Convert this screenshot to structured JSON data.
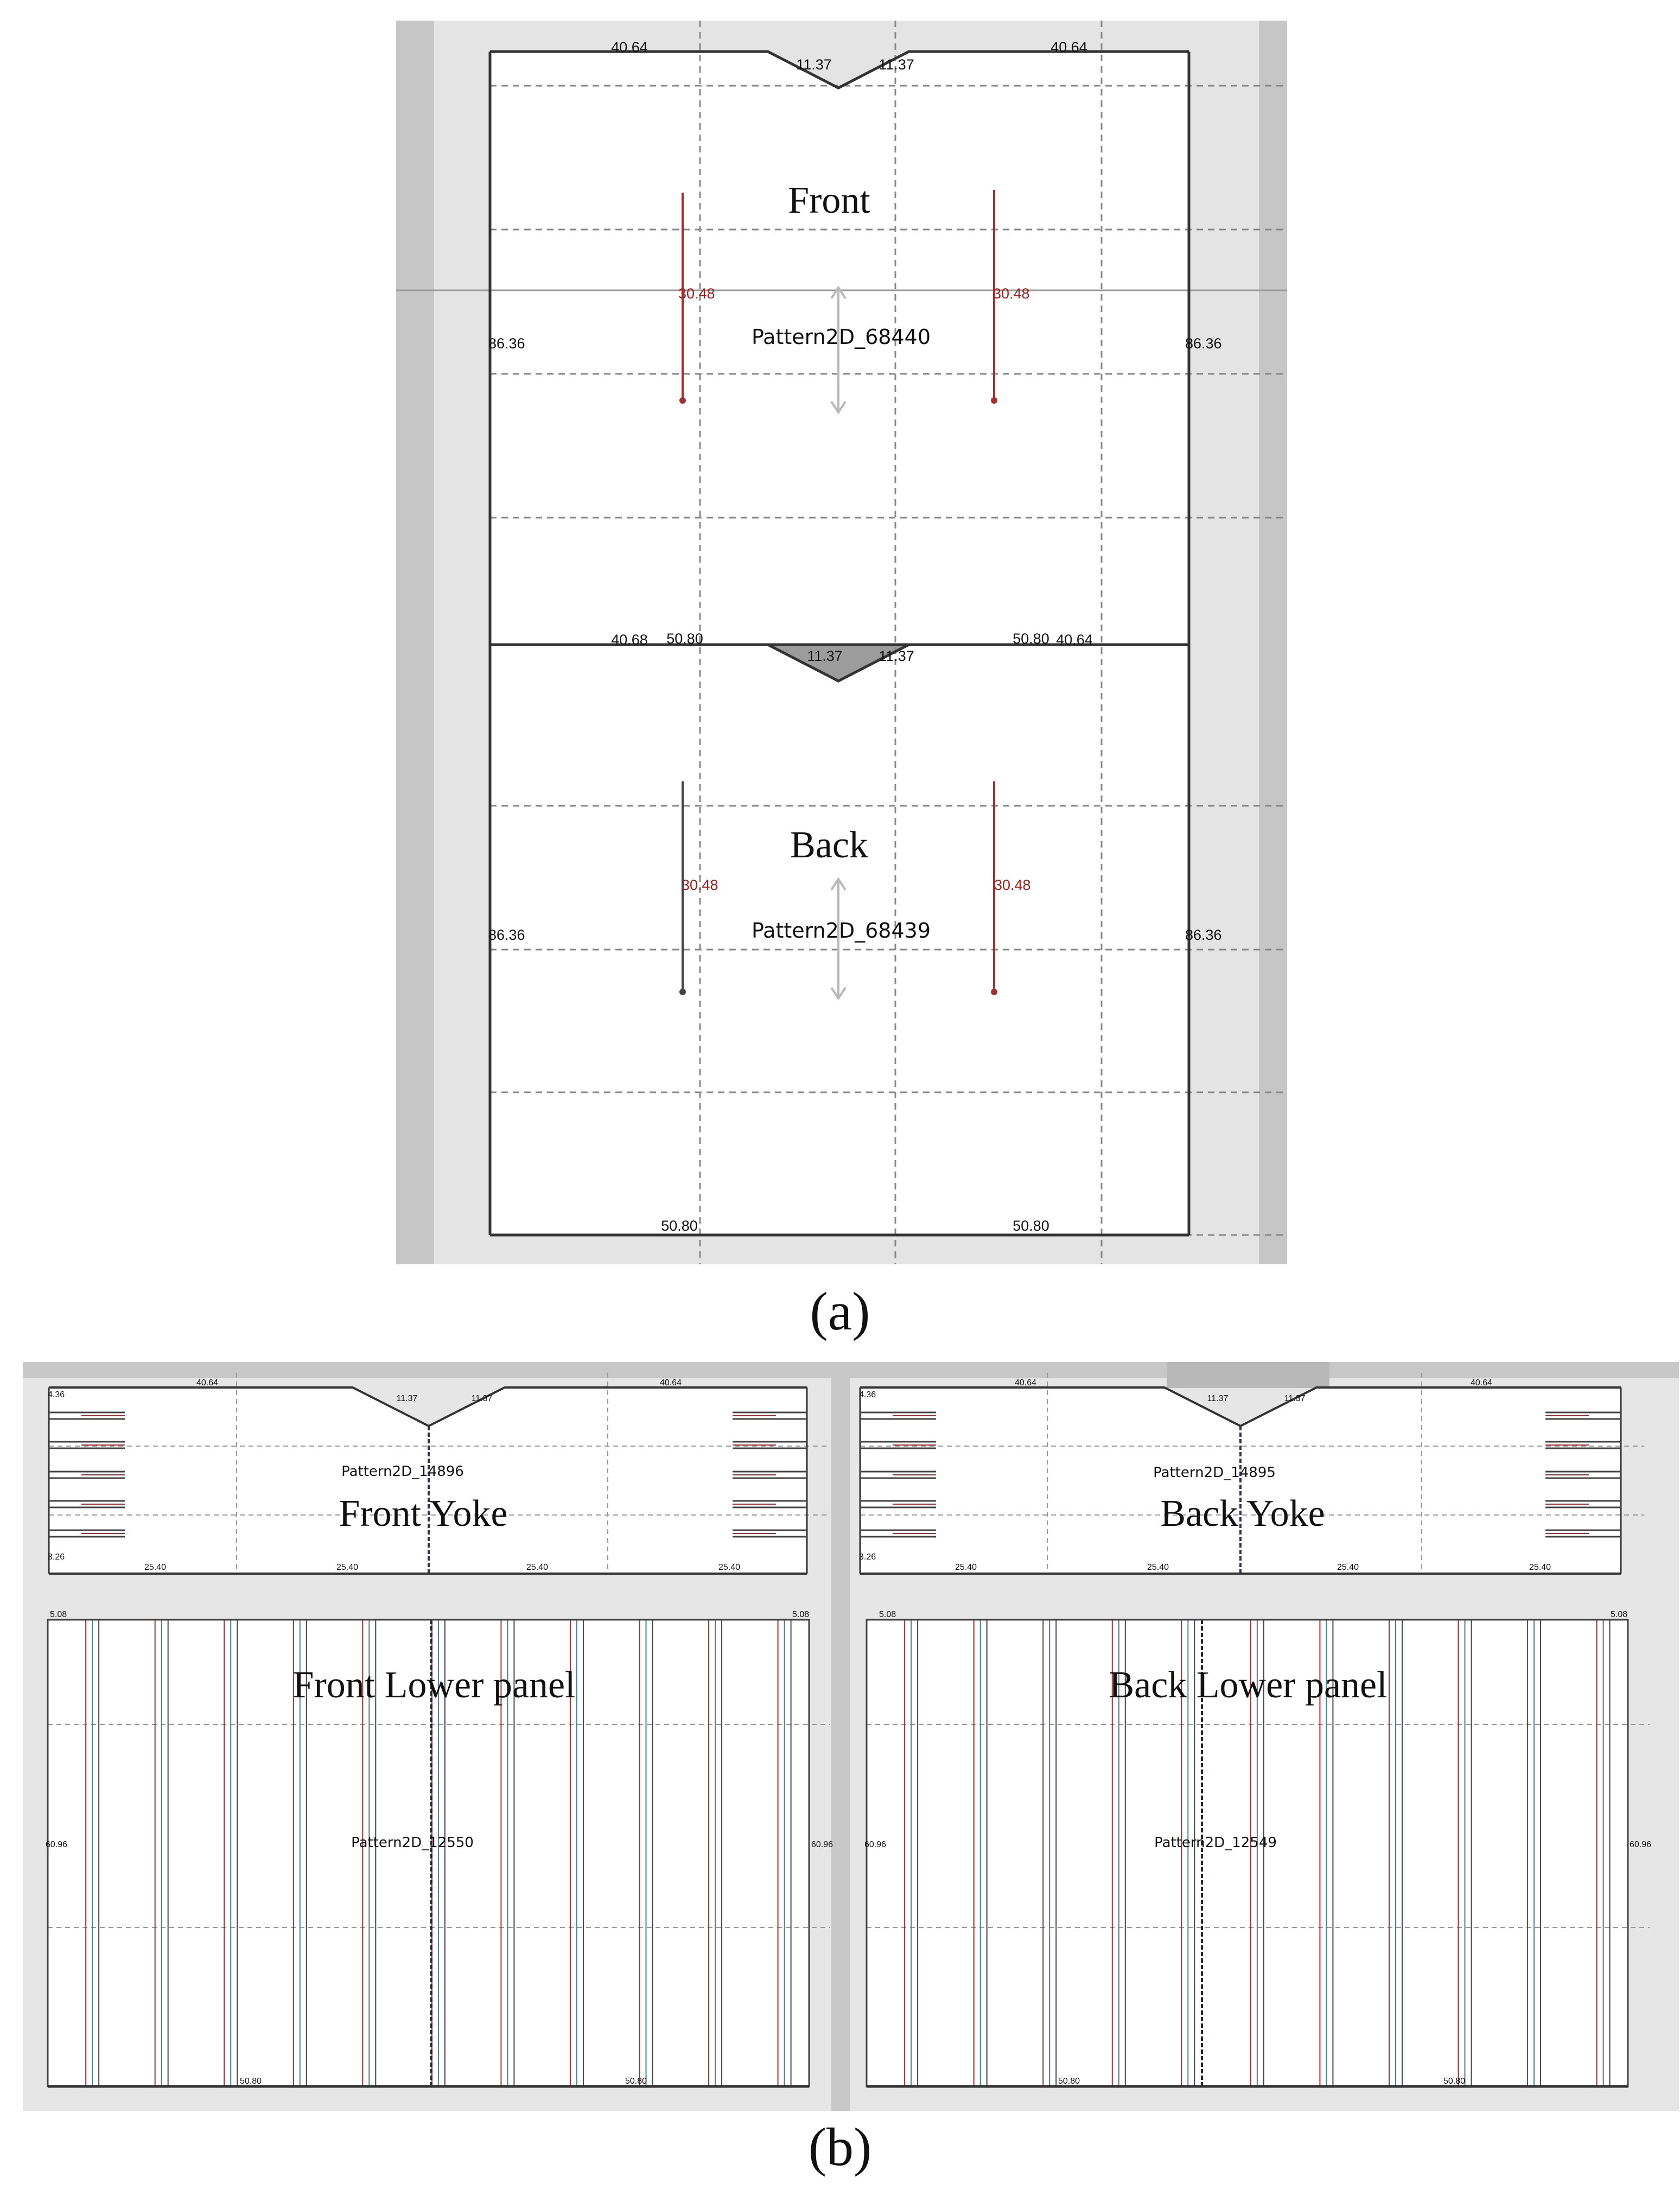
{
  "panel_a": {
    "caption": "(a)",
    "front": {
      "name": "Front",
      "pattern_id": "Pattern2D_68440",
      "top_left_width": "40.64",
      "top_right_width": "40.64",
      "neck_left": "11.37",
      "neck_right": "11.37",
      "left_length": "86.36",
      "right_length": "86.36",
      "dart_left": "30.48",
      "dart_right": "30.48"
    },
    "back": {
      "name": "Back",
      "pattern_id": "Pattern2D_68439",
      "top_left_width": "40.68",
      "top_left_inner": "50.80",
      "top_right_inner": "50.80",
      "top_right_width": "40.64",
      "neck_left": "11.37",
      "neck_right": "11.37",
      "left_length": "86.36",
      "right_length": "86.36",
      "dart_left": "30.48",
      "dart_right": "30.48",
      "bottom_left": "50.80",
      "bottom_right": "50.80"
    }
  },
  "panel_b": {
    "caption": "(b)",
    "front_yoke": {
      "name": "Front Yoke",
      "pattern_id": "Pattern2D_14896",
      "top_left": "40.64",
      "top_right": "40.64",
      "neck_left": "11.37",
      "neck_right": "11.37",
      "edge_top": "4.36",
      "edge_bottom": "3.26",
      "bottom_segments": [
        "25.40",
        "25.40",
        "25.40",
        "25.40"
      ]
    },
    "back_yoke": {
      "name": "Back Yoke",
      "pattern_id": "Pattern2D_14895",
      "top_left": "40.64",
      "top_right": "40.64",
      "neck_left": "11.37",
      "neck_right": "11.37",
      "edge_top": "4.36",
      "edge_bottom": "3.26",
      "bottom_segments": [
        "25.40",
        "25.40",
        "25.40",
        "25.40"
      ]
    },
    "front_lower": {
      "name": "Front Lower panel",
      "pattern_id": "Pattern2D_12550",
      "side_left": "60.96",
      "side_right": "60.96",
      "bottom": "50.80",
      "bottom_right": "50.80",
      "pleat_top_left": "5.08",
      "pleat_top_right": "5.08"
    },
    "back_lower": {
      "name": "Back Lower panel",
      "pattern_id": "Pattern2D_12549",
      "side_left": "60.96",
      "side_right": "60.96",
      "bottom": "50.80",
      "bottom_right": "50.80",
      "pleat_top_left": "5.08",
      "pleat_top_right": "5.08"
    }
  }
}
